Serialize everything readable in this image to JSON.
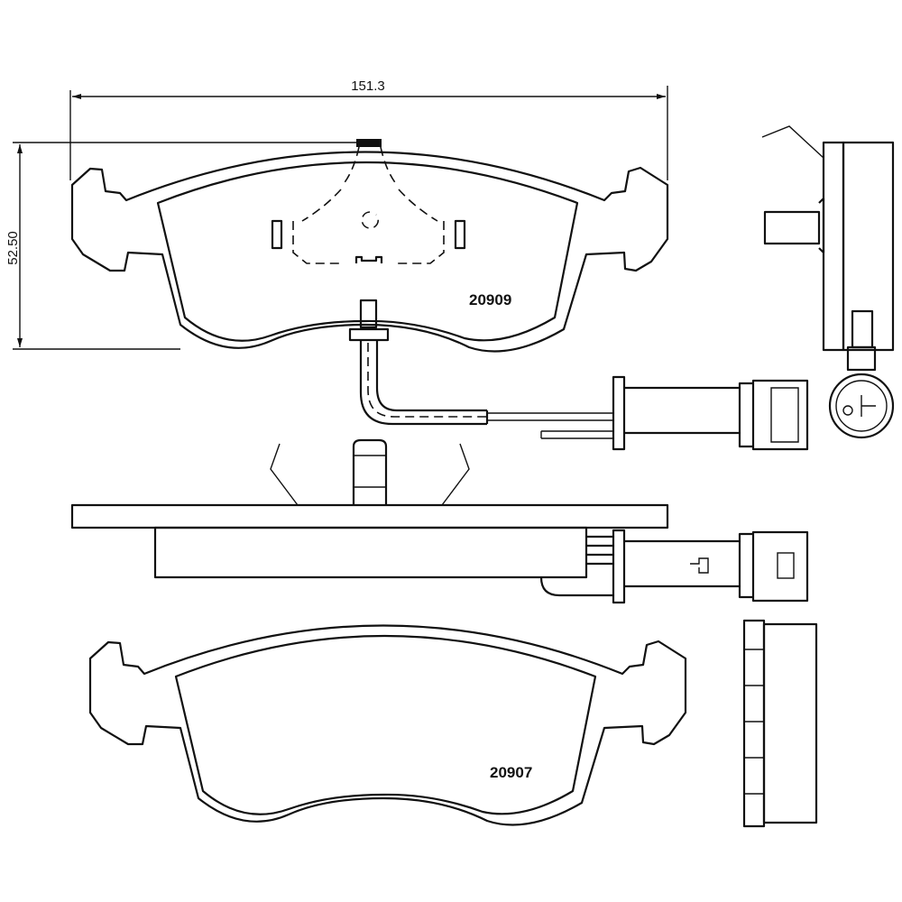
{
  "dimensions": {
    "width_label": "151.3",
    "height_label": "52.50"
  },
  "parts": [
    {
      "part_number": "20909",
      "has_wear_sensor": true
    },
    {
      "part_number": "20907",
      "has_wear_sensor": false
    }
  ]
}
